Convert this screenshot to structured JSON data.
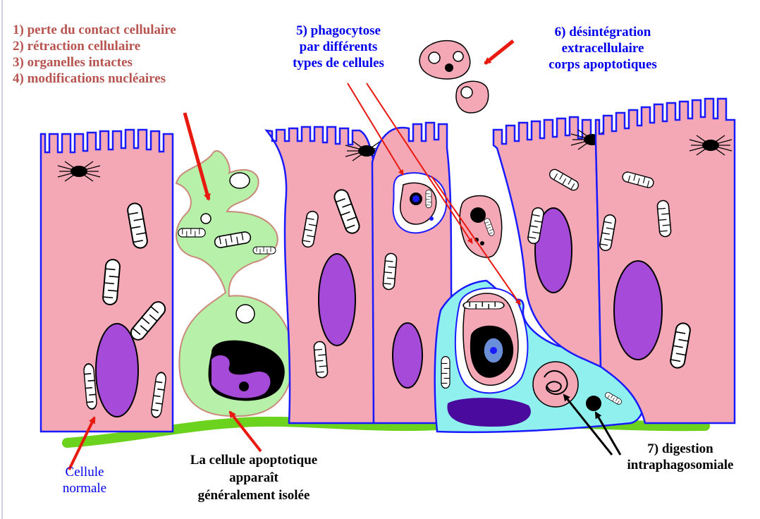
{
  "colors": {
    "steps_text": "#b85450",
    "blue_text": "#0000ee",
    "black_text": "#000000",
    "cell_fill": "#f4a8b6",
    "cell_border": "#1a1aff",
    "apoptotic_fill": "#b7f0a8",
    "apoptotic_border": "#c98a7a",
    "phagocyte_fill": "#8ff0ee",
    "nucleus_fill": "#a64bd9",
    "basement": "#6bd21e",
    "arrow_red": "#e8190f"
  },
  "labels": {
    "steps_1_4": [
      "1) perte du contact cellulaire",
      "2) rétraction cellulaire",
      "3) organelles intactes",
      "4) modifications nucléaires"
    ],
    "step5": [
      "5) phagocytose",
      "par différents",
      "types de cellules"
    ],
    "step6": [
      "6) désintégration",
      "extracellulaire",
      "corps apoptotiques"
    ],
    "step7": [
      "7) digestion",
      "intraphagosomiale"
    ],
    "normal_cell": [
      "Cellule",
      "normale"
    ],
    "apoptotic_cell": [
      "La cellule apoptotique",
      "apparaît",
      "généralement isolée"
    ]
  },
  "icons": [
    "desmosome-icon",
    "mitochondrion-icon",
    "nucleus-icon",
    "apoptotic-body-icon",
    "arrow-icon"
  ]
}
